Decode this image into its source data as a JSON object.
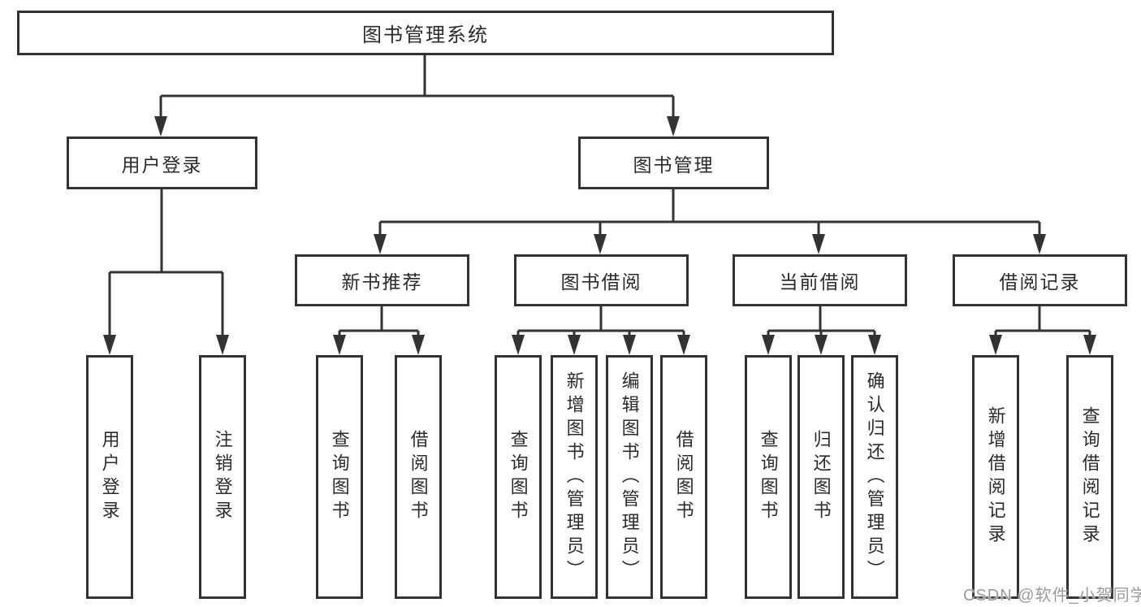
{
  "tree": {
    "label": "图书管理系统",
    "children": [
      {
        "label": "用户登录",
        "children": [
          {
            "label": "用户登录"
          },
          {
            "label": "注销登录"
          }
        ]
      },
      {
        "label": "图书管理",
        "children": [
          {
            "label": "新书推荐",
            "children": [
              {
                "label": "查询图书"
              },
              {
                "label": "借阅图书"
              }
            ]
          },
          {
            "label": "图书借阅",
            "children": [
              {
                "label": "查询图书"
              },
              {
                "label": "新增图书（管理员）"
              },
              {
                "label": "编辑图书（管理员）"
              },
              {
                "label": "借阅图书"
              }
            ]
          },
          {
            "label": "当前借阅",
            "children": [
              {
                "label": "查询图书"
              },
              {
                "label": "归还图书"
              },
              {
                "label": "确认归还（管理员）"
              }
            ]
          },
          {
            "label": "借阅记录",
            "children": [
              {
                "label": "新增借阅记录"
              },
              {
                "label": "查询借阅记录"
              }
            ]
          }
        ]
      }
    ]
  },
  "watermark": "CSDN @软件_小贺同学",
  "colors": {
    "line": "#333333",
    "text": "#2b2b2b",
    "watermark": "#9b9b9b",
    "background": "#ffffff"
  }
}
